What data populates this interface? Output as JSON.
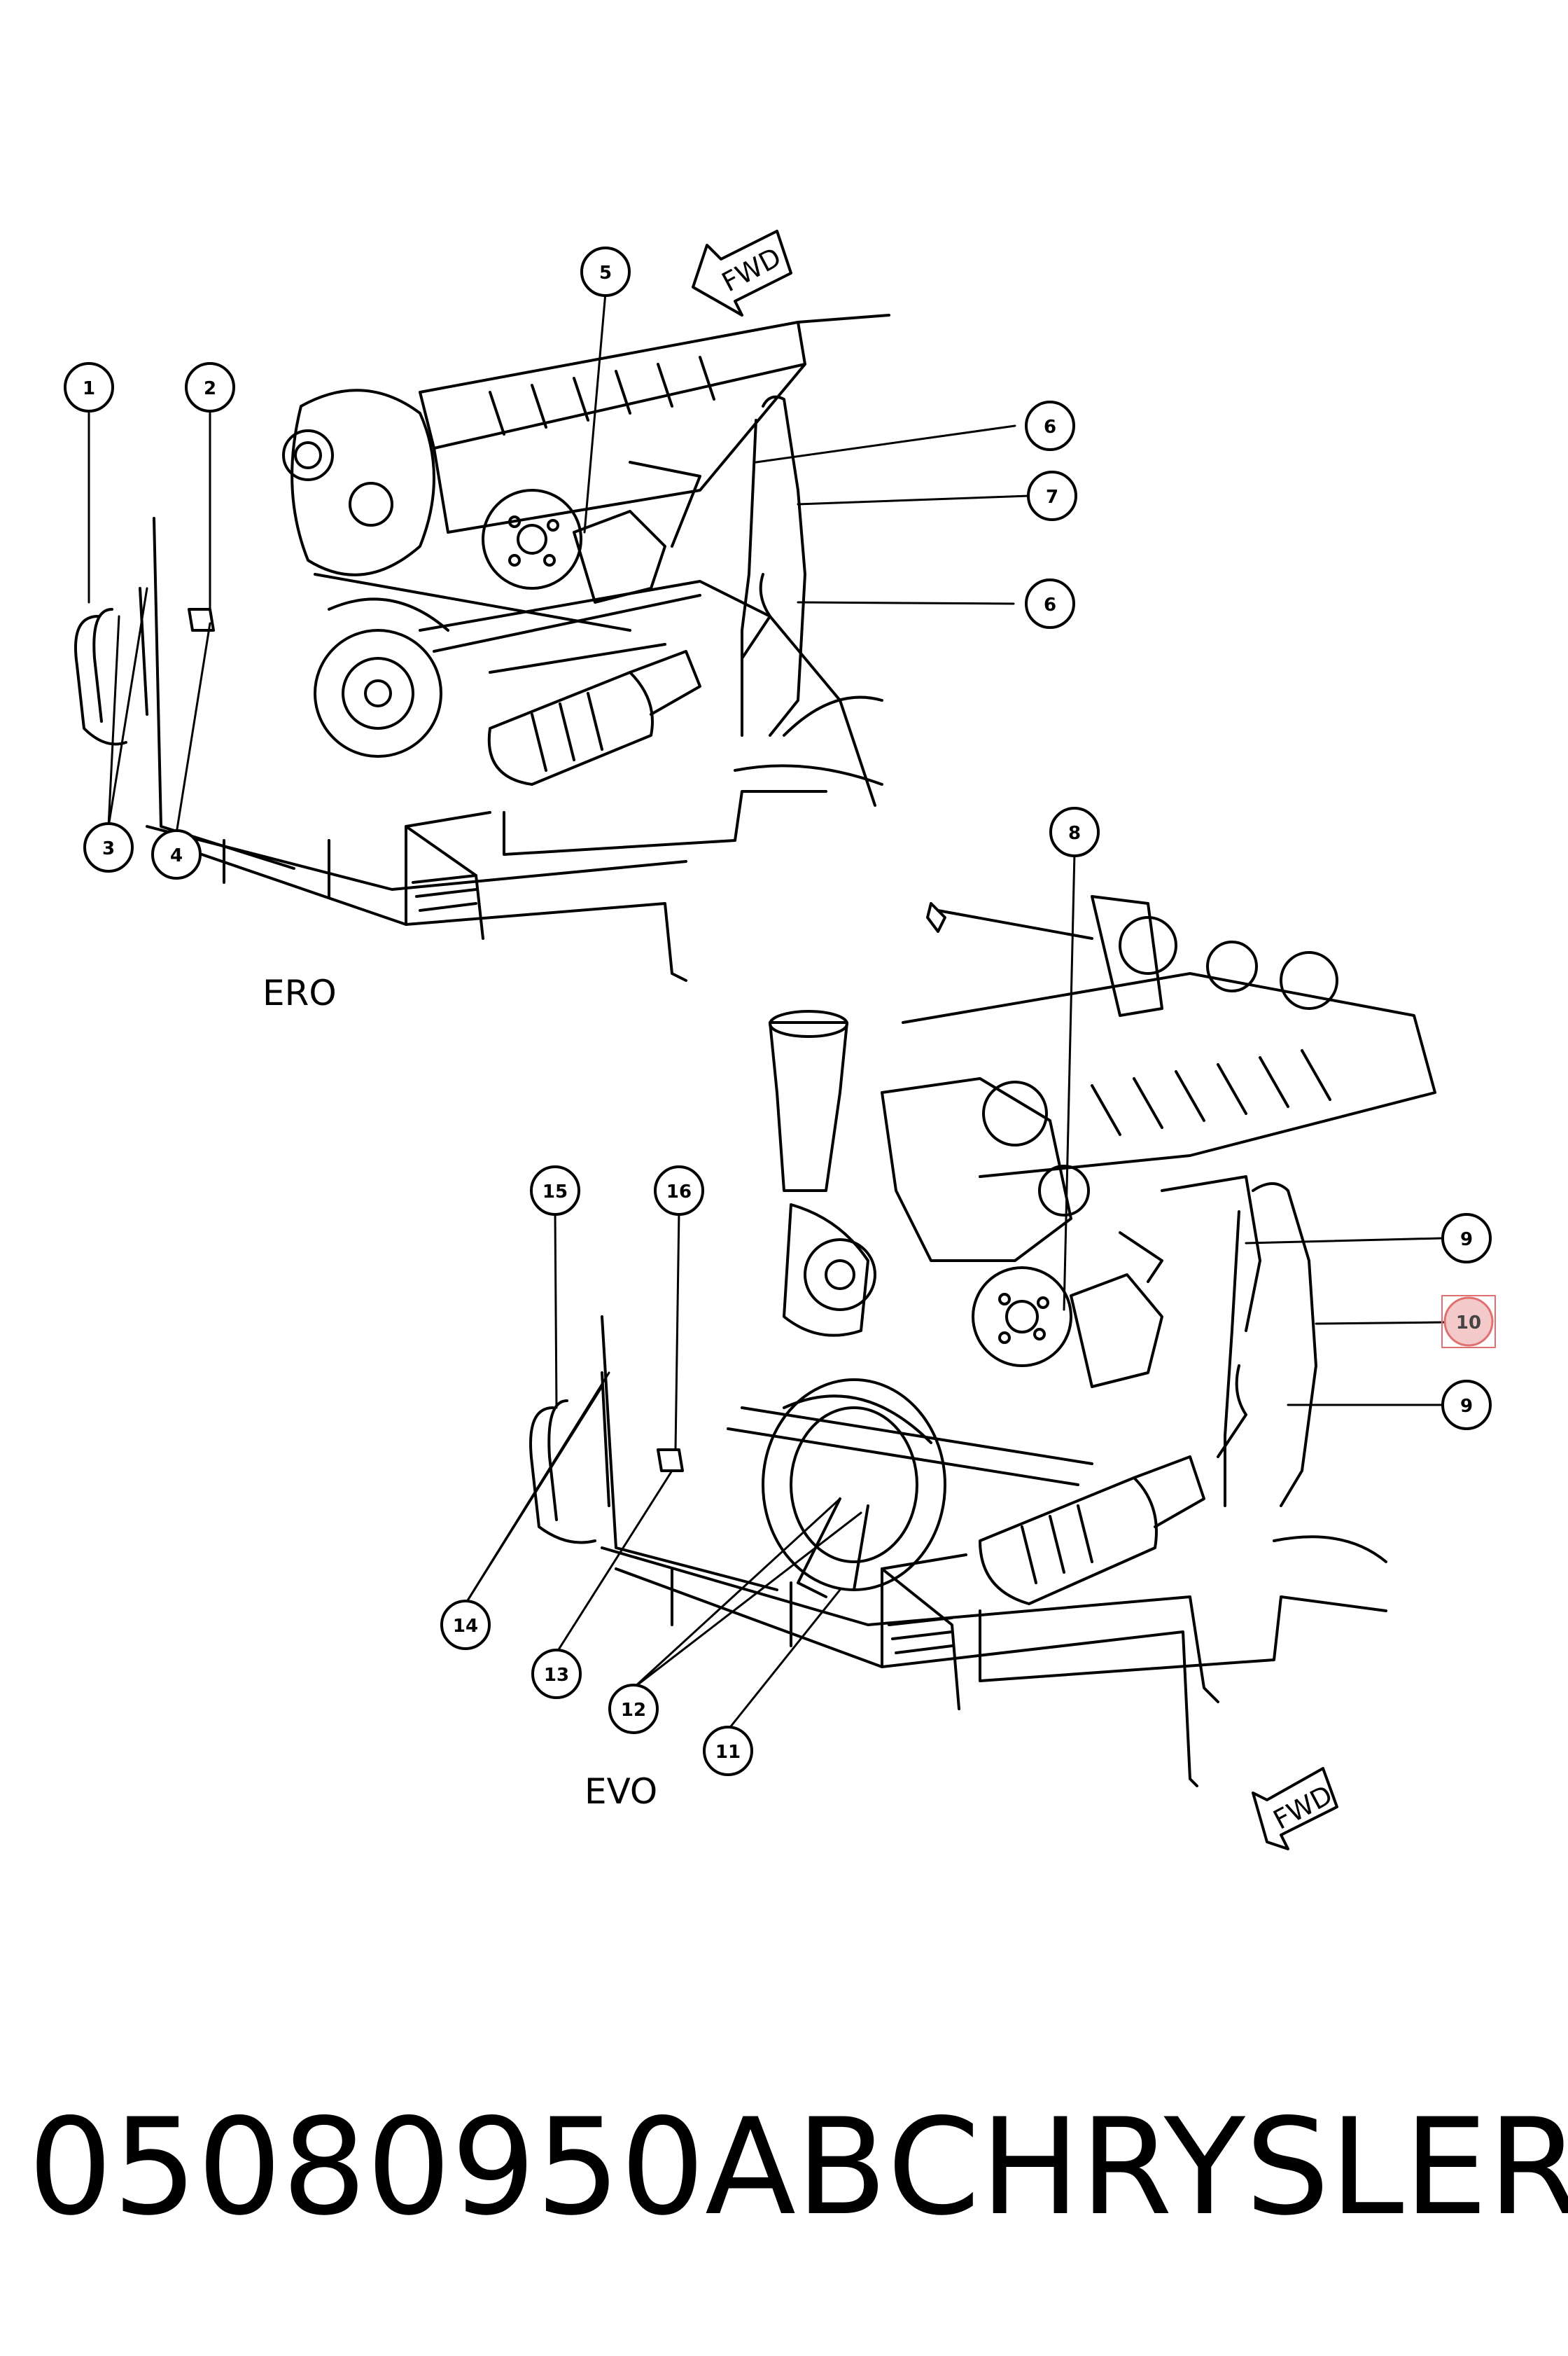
{
  "diagram": {
    "fwd_label": "FWD",
    "variants": {
      "upper": "ERO",
      "lower": "EVO"
    },
    "callouts": [
      "1",
      "2",
      "3",
      "4",
      "5",
      "6",
      "6",
      "7",
      "8",
      "9",
      "9",
      "10",
      "11",
      "12",
      "13",
      "14",
      "15",
      "16"
    ],
    "highlighted_callout": "10",
    "highlight_color": "#e07070"
  },
  "footer": {
    "part_number": "05080950AB",
    "brand": "CHRYSLER"
  }
}
